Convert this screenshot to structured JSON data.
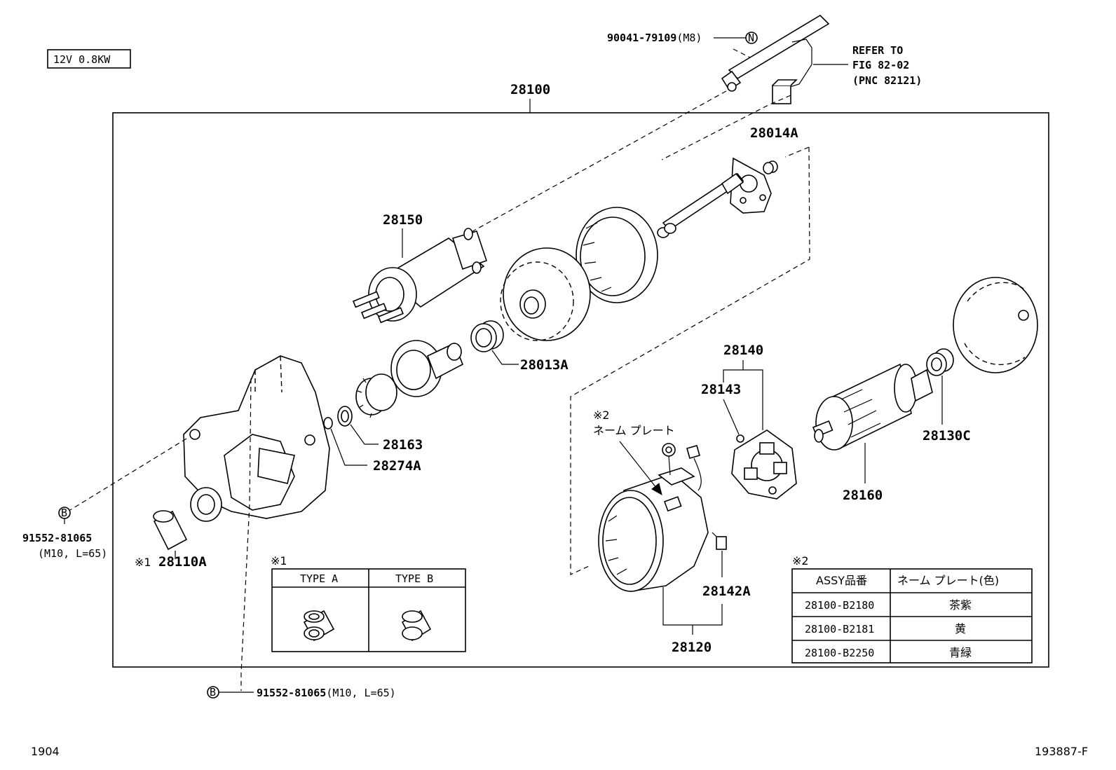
{
  "spec_label": "12V 0.8KW",
  "assembly_number": "28100",
  "refer": {
    "line1": "REFER TO",
    "line2": "FIG 82-02",
    "line3": "(PNC 82121)"
  },
  "bolt_n": {
    "part": "90041-79109",
    "size": "(M8)",
    "marker": "N"
  },
  "bolt_b_left": {
    "part": "91552-81065",
    "size": "(M10, L=65)",
    "marker": "B"
  },
  "bolt_b_bottom": {
    "part": "91552-81065",
    "size": "(M10, L=65)",
    "marker": "B"
  },
  "parts": {
    "p28014A": "28014A",
    "p28150": "28150",
    "p28013A": "28013A",
    "p28163": "28163",
    "p28274A": "28274A",
    "p28140": "28140",
    "p28143": "28143",
    "p28130C": "28130C",
    "p28160": "28160",
    "p28142A": "28142A",
    "p28120": "28120",
    "p28110A": "28110A"
  },
  "note1_mark": "※1",
  "note2_mark": "※2",
  "nameplate_label": "ネーム プレート",
  "type_table": {
    "mark": "※1",
    "col_a": "TYPE A",
    "col_b": "TYPE B"
  },
  "assy_table": {
    "mark": "※2",
    "header_assy": "ASSY品番",
    "header_plate": "ネーム プレート(色)",
    "rows": [
      {
        "assy": "28100-B2180",
        "color": "茶紫"
      },
      {
        "assy": "28100-B2181",
        "color": "黄"
      },
      {
        "assy": "28100-B2250",
        "color": "青緑"
      }
    ]
  },
  "footer_left": "1904",
  "footer_right": "193887-F"
}
